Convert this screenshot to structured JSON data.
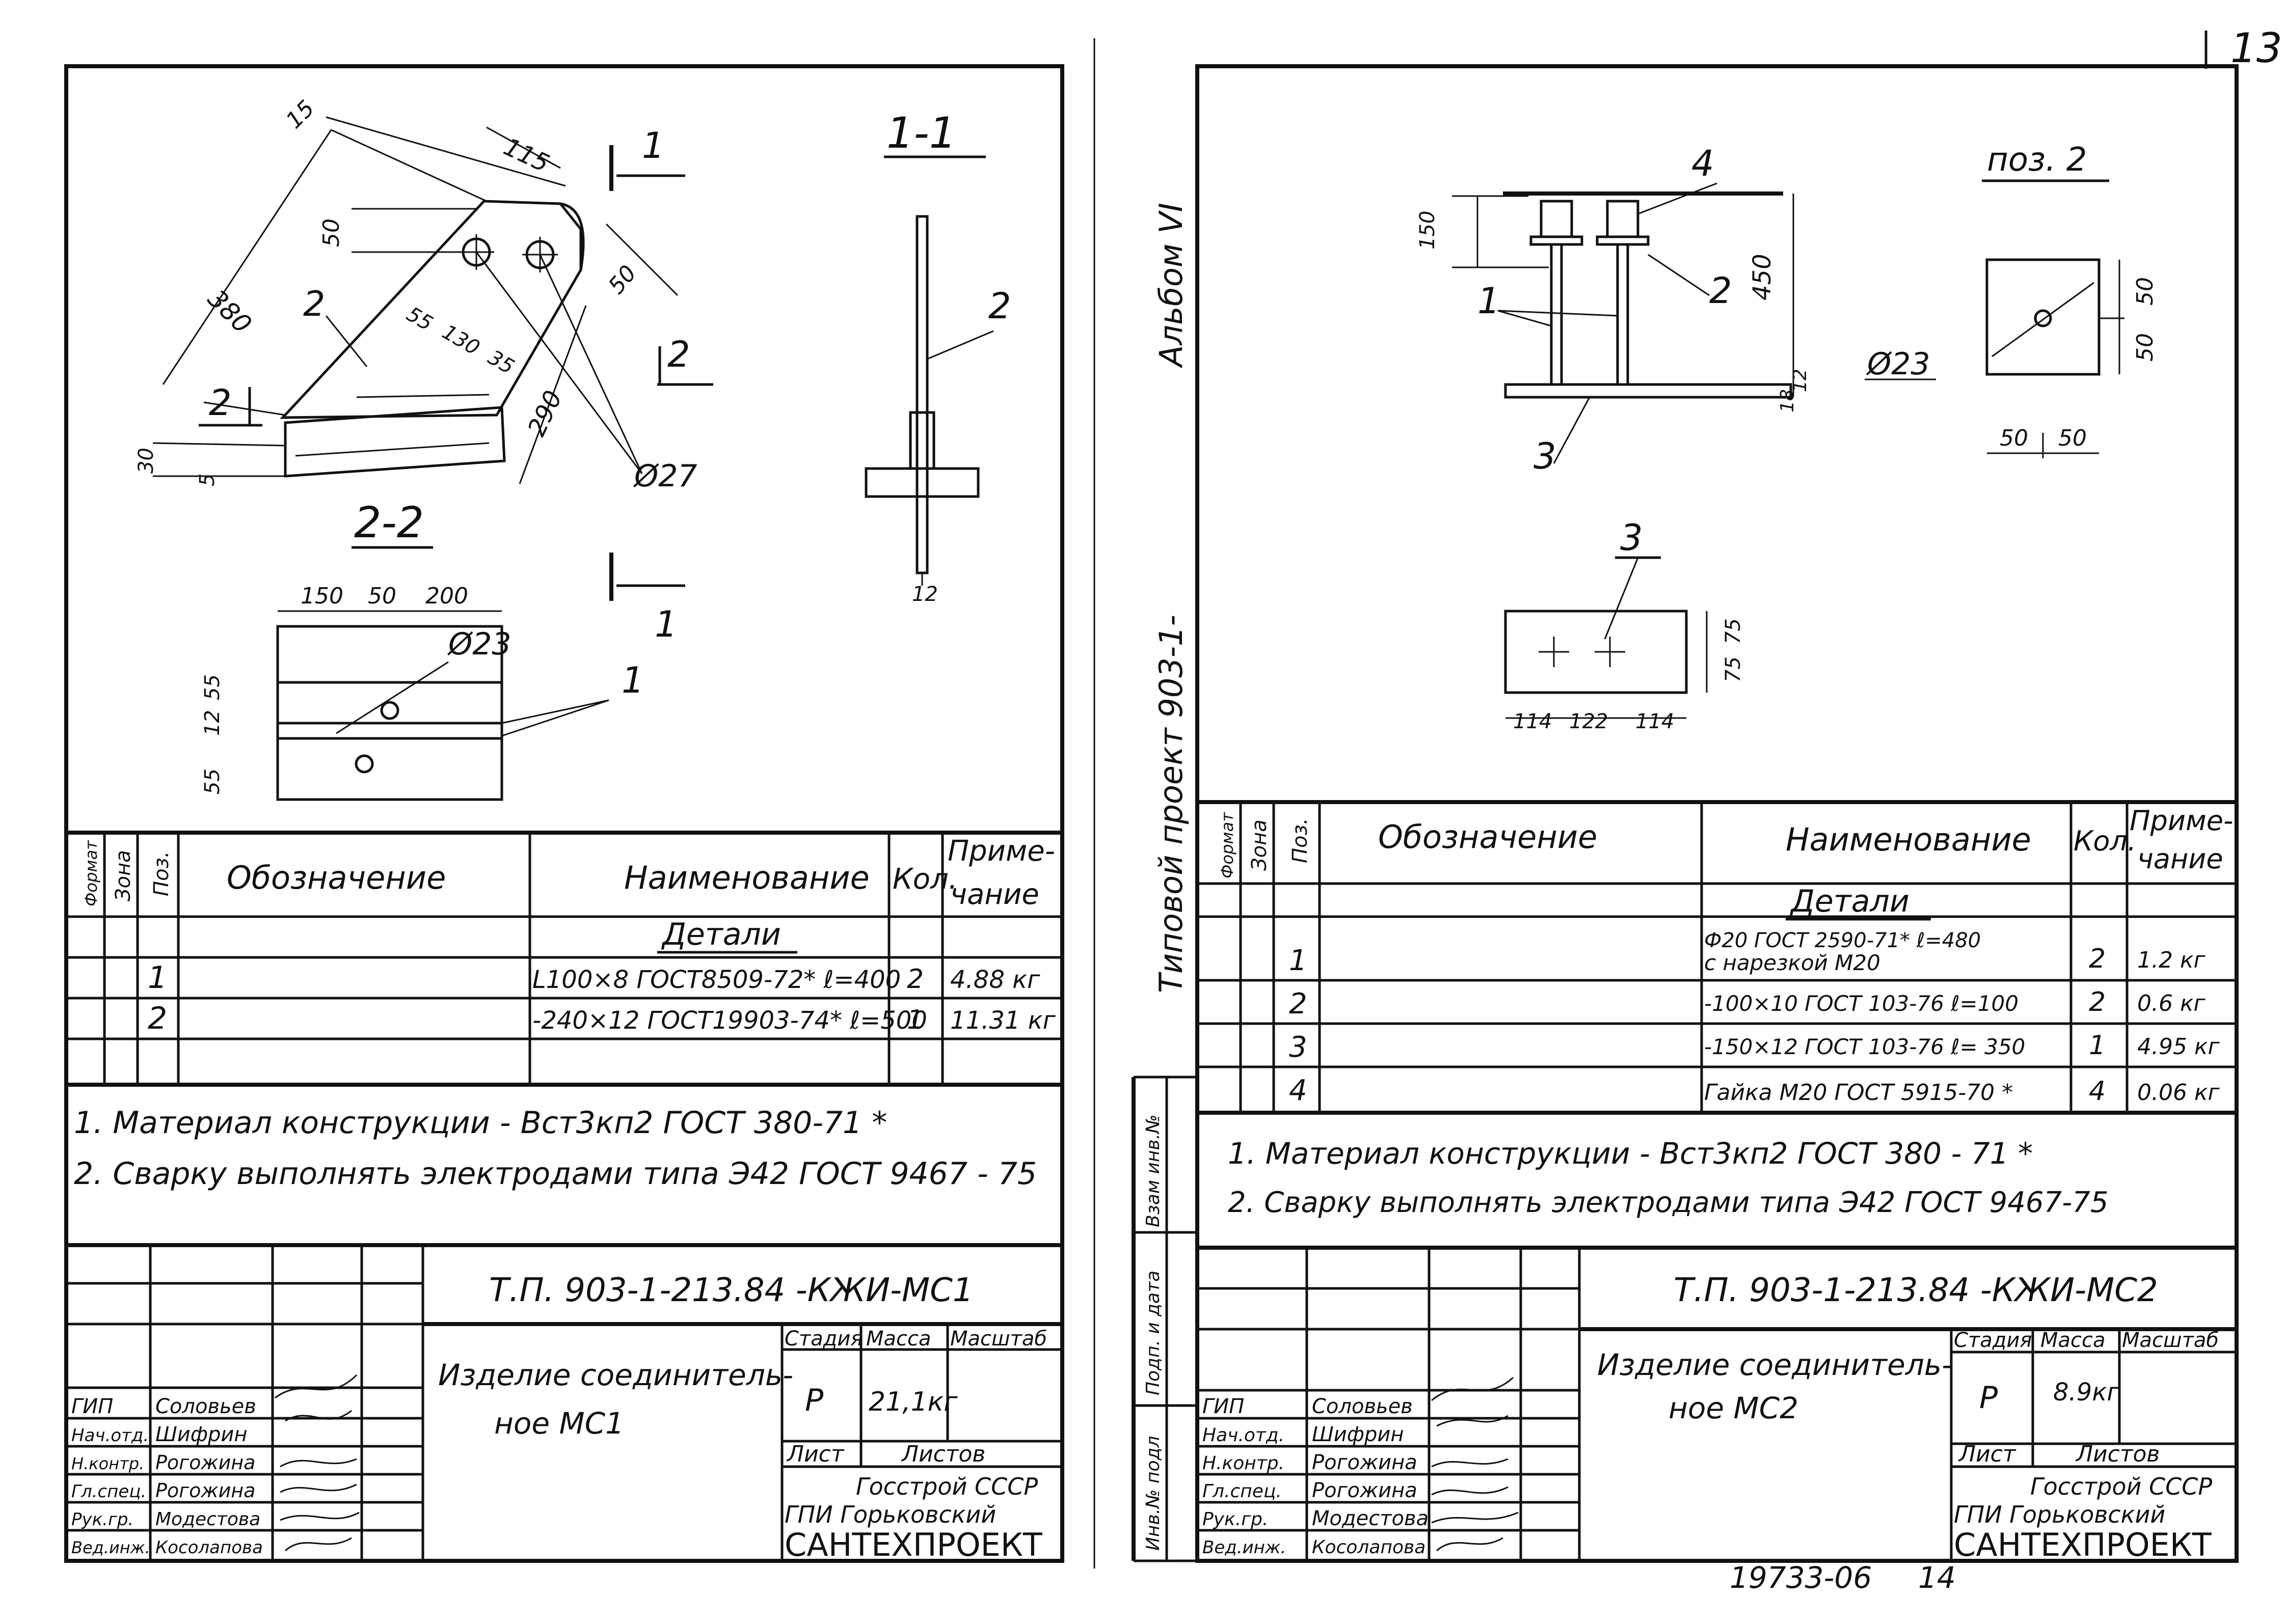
{
  "page_number": "13",
  "bottom_code": "19733-06",
  "bottom_page": "14",
  "side": {
    "album": "Альбом VI",
    "project": "Типовой   проект 903-1-",
    "f1": "Взам инв.№",
    "f2": "Подп. и дата",
    "f3": "Инв.№ подл"
  },
  "headers": {
    "format": "Формат",
    "zone": "Зона",
    "pos": "Поз.",
    "designation": "Обозначение",
    "name": "Наименование",
    "qty": "Кол.",
    "note1": "Приме-",
    "note2": "чание"
  },
  "left": {
    "section_a": "1-1",
    "section_b": "2-2",
    "dims": {
      "d15": "15",
      "d115": "115",
      "d50a": "50",
      "d380": "380",
      "d55": "55",
      "d130": "130",
      "d35": "35",
      "d50b": "50",
      "d290": "290",
      "d30": "30",
      "d5": "5",
      "d12": "12",
      "d150": "150",
      "d50c": "50",
      "d200": "200",
      "d55b": "55",
      "d12b": "12",
      "d55c": "55",
      "dia27": "Ø27",
      "dia23": "Ø23"
    },
    "marks": {
      "m1": "1",
      "m2": "2"
    },
    "group": "Детали",
    "rows": [
      {
        "pos": "1",
        "name": "L100×8 ГОСТ8509-72* ℓ=400",
        "qty": "2",
        "note": "4.88 кг"
      },
      {
        "pos": "2",
        "name": "-240×12 ГОСТ19903-74*  ℓ=500",
        "qty": "1",
        "note": "11.31 кг"
      }
    ],
    "note1": "1. Материал конструкции - Вст3кп2   ГОСТ 380-71 *",
    "note2": "2. Сварку выполнять электродами типа Э42  ГОСТ 9467 - 75",
    "doc_code": "Т.П. 903-1-213.84 -КЖИ-МС1",
    "title1": "Изделие соединитель-",
    "title2": "ное    МС1",
    "stage_h": "Стадия",
    "mass_h": "Масса",
    "scale_h": "Масштаб",
    "stage": "Р",
    "mass": "21,1кг",
    "sheet_h": "Лист",
    "sheets_h": "Листов",
    "org1": "Госстрой СССР",
    "org2": "ГПИ   Горьковский",
    "org3": "САНТЕХПРОЕКТ",
    "staff": [
      [
        "ГИП",
        "Соловьев"
      ],
      [
        "Нач.отд.",
        "Шифрин"
      ],
      [
        "Н.контр.",
        "Рогожина"
      ],
      [
        "Гл.спец.",
        "Рогожина"
      ],
      [
        "Рук.гр.",
        "Модестова"
      ],
      [
        "Вед.инж.",
        "Косолапова"
      ]
    ]
  },
  "right": {
    "pos_title": "поз. 2",
    "dims": {
      "r150": "150",
      "r450": "450",
      "r18": "18",
      "r12": "12",
      "r50a": "50",
      "r50b": "50",
      "r50c": "50",
      "r50d": "50",
      "r75a": "75",
      "r75b": "75",
      "r114a": "114",
      "r122": "122",
      "r114b": "114",
      "dia23": "Ø23"
    },
    "marks": {
      "m1": "1",
      "m2": "2",
      "m3": "3",
      "m4": "4",
      "m3b": "3"
    },
    "group": "Детали",
    "rows": [
      {
        "pos": "1",
        "name": "Ф20 ГОСТ 2590-71*  ℓ=480",
        "name2": "с нарезкой     М20",
        "qty": "2",
        "note": "1.2 кг"
      },
      {
        "pos": "2",
        "name": "-100×10   ГОСТ 103-76   ℓ=100",
        "name2": "",
        "qty": "2",
        "note": "0.6 кг"
      },
      {
        "pos": "3",
        "name": "-150×12   ГОСТ 103-76   ℓ= 350",
        "name2": "",
        "qty": "1",
        "note": "4.95 кг"
      },
      {
        "pos": "4",
        "name": "Гайка М20 ГОСТ 5915-70 *",
        "name2": "",
        "qty": "4",
        "note": "0.06 кг"
      }
    ],
    "note1": "1. Материал конструкции - Вст3кп2   ГОСТ 380 - 71 *",
    "note2": "2. Сварку выполнять   электродами   типа   Э42    ГОСТ 9467-75",
    "doc_code": "Т.П. 903-1-213.84 -КЖИ-МС2",
    "title1": "Изделие соединитель-",
    "title2": "ное    МС2",
    "stage_h": "Стадия",
    "mass_h": "Масса",
    "scale_h": "Масштаб",
    "stage": "Р",
    "mass": "8.9кг",
    "sheet_h": "Лист",
    "sheets_h": "Листов",
    "org1": "Госстрой СССР",
    "org2": "ГПИ     Горьковский",
    "org3": "САНТЕХПРОЕКТ",
    "staff": [
      [
        "ГИП",
        "Соловьев"
      ],
      [
        "Нач.отд.",
        "Шифрин"
      ],
      [
        "Н.контр.",
        "Рогожина"
      ],
      [
        "Гл.спец.",
        "Рогожина"
      ],
      [
        "Рук.гр.",
        "Модестова"
      ],
      [
        "Вед.инж.",
        "Косолапова"
      ]
    ]
  }
}
